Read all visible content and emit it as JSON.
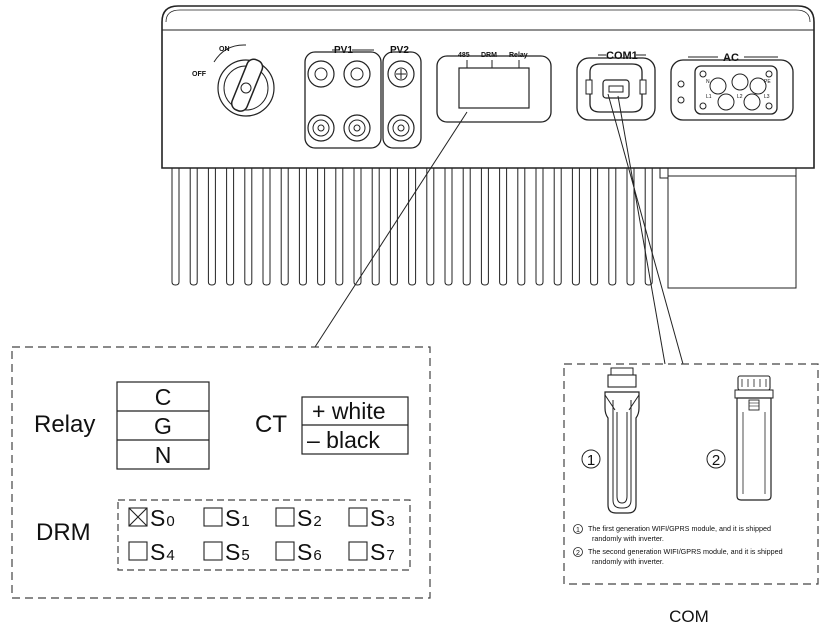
{
  "inverter": {
    "switch": {
      "on_label": "ON",
      "off_label": "OFF"
    },
    "pv1_label": "PV1",
    "pv2_label": "PV2",
    "comm_port": {
      "labels": [
        "485",
        "DRM",
        "Relay"
      ]
    },
    "com1_label": "COM1",
    "ac": {
      "title": "AC",
      "pins": [
        "N",
        "L1",
        "PE",
        "L2",
        "L3"
      ]
    }
  },
  "detail_panel": {
    "relay": {
      "label": "Relay",
      "terminals": [
        "C",
        "G",
        "N"
      ]
    },
    "ct": {
      "label": "CT",
      "rows": [
        "+ white",
        "– black"
      ]
    },
    "drm": {
      "label": "DRM",
      "switches": [
        {
          "name": "S",
          "sub": "0",
          "checked": true
        },
        {
          "name": "S",
          "sub": "1",
          "checked": false
        },
        {
          "name": "S",
          "sub": "2",
          "checked": false
        },
        {
          "name": "S",
          "sub": "3",
          "checked": false
        },
        {
          "name": "S",
          "sub": "4",
          "checked": false
        },
        {
          "name": "S",
          "sub": "5",
          "checked": false
        },
        {
          "name": "S",
          "sub": "6",
          "checked": false
        },
        {
          "name": "S",
          "sub": "7",
          "checked": false
        }
      ]
    }
  },
  "com_panel": {
    "module1_number": "1",
    "module2_number": "2",
    "notes": [
      {
        "num": "1",
        "line1": "The first generation WIFI/GPRS module, and it is shipped",
        "line2": "randomly with inverter."
      },
      {
        "num": "2",
        "line1": "The second generation WIFI/GPRS module, and it is shipped",
        "line2": "randomly with inverter."
      }
    ],
    "caption": "COM"
  }
}
